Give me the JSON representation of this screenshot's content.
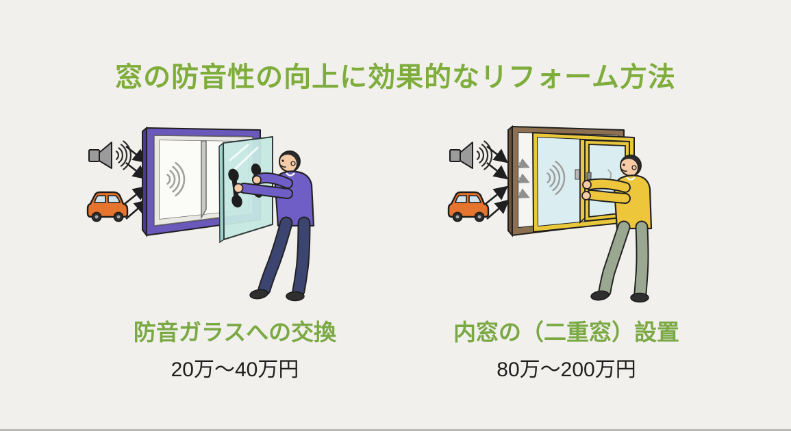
{
  "title": {
    "text": "窓の防音性の向上に効果的なリフォーム方法"
  },
  "methods": [
    {
      "id": "soundproof-glass-replacement",
      "caption": "防音ガラスへの交換",
      "price": "20万〜40万円",
      "scene_description": "person installing soundproof glass pane with suction-cup handles onto purple-framed window; speaker and car noise sources with arrows"
    },
    {
      "id": "inner-window-installation",
      "caption": "内窓の（二重窓）設置",
      "price": "80万〜200万円",
      "scene_description": "person installing yellow inner window (double window) inside brown outer window frame; attenuated gray arrows between frames"
    }
  ],
  "icons": [
    "speaker-icon",
    "car-icon",
    "noise-arrows",
    "sound-wave-arcs"
  ],
  "palette": {
    "bg": "#f1f0ec",
    "title-green": "#7fad3c",
    "caption-green": "#7aa843",
    "price-ink": "#1e1e1e",
    "speaker": "#9b9b9b",
    "car": "#e5742f",
    "car-window": "#cfe4ef",
    "arrow": "#1f1f1f",
    "gray-arrow": "#8f8f8f",
    "purple": "#6a58bb",
    "purple-dark": "#4a3b92",
    "brown": "#8d7051",
    "brown-dark": "#6b533c",
    "yellow": "#e9c83c",
    "glass-teal": "#c5e7e2",
    "glass-blue": "#daedf0",
    "p1-sweater": "#6f5ec6",
    "p1-pants": "#3c4570",
    "p2-sweater": "#edc63b",
    "p2-pants": "#9aa891",
    "skin": "#f6cba6",
    "hair": "#2b2b2b",
    "shoe": "#2f2f2f"
  }
}
